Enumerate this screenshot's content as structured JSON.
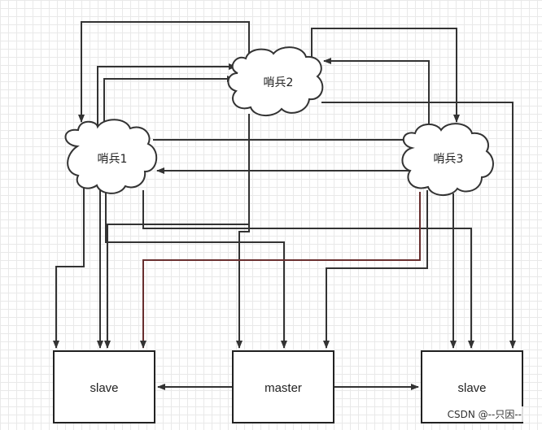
{
  "sentinels": {
    "s1": {
      "label": "哨兵1"
    },
    "s2": {
      "label": "哨兵2"
    },
    "s3": {
      "label": "哨兵3"
    }
  },
  "nodes": {
    "slave_left": {
      "label": "slave"
    },
    "master": {
      "label": "master"
    },
    "slave_right": {
      "label": "slave"
    }
  },
  "watermark": "CSDN @--只因--",
  "colors": {
    "line": "#333333",
    "highlight_line": "#7a2e2e",
    "grid": "#e9e9e9",
    "background": "#ffffff"
  }
}
